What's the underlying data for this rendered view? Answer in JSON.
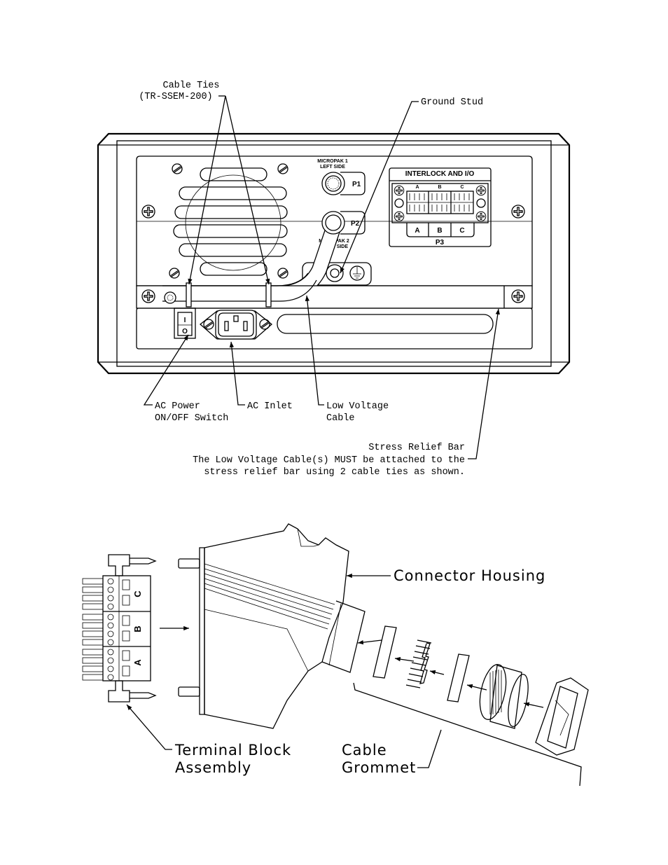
{
  "rear_panel": {
    "labels": {
      "cable_ties_1": "Cable Ties",
      "cable_ties_2": "(TR-SSEM-200)",
      "ground_stud": "Ground Stud",
      "ac_power_1": "AC Power",
      "ac_power_2": "ON/OFF Switch",
      "ac_inlet": "AC Inlet",
      "low_voltage_1": "Low Voltage",
      "low_voltage_2": "Cable",
      "stress_relief_1": "Stress Relief Bar",
      "stress_relief_2": "The Low Voltage Cable(s) MUST be attached to the",
      "stress_relief_3": "stress relief bar using 2 cable ties as shown."
    },
    "panel_text": {
      "micropak1_1": "MICROPAK 1",
      "micropak1_2": "LEFT SIDE",
      "p1": "P1",
      "micropak2_1": "MICROPAK 2",
      "micropak2_2": "RIGHT SIDE",
      "p2": "P2",
      "interlock": "INTERLOCK AND I/O",
      "col_a": "A",
      "col_b": "B",
      "col_c": "C",
      "p3": "P3",
      "switch_on": "I",
      "switch_off": "O"
    }
  },
  "connector": {
    "labels": {
      "connector_housing": "Connector Housing",
      "terminal_block_1": "Terminal Block",
      "terminal_block_2": "Assembly",
      "cable_grommet_1": "Cable",
      "cable_grommet_2": "Grommet"
    },
    "block_letters": {
      "a": "A",
      "b": "B",
      "c": "C"
    }
  }
}
